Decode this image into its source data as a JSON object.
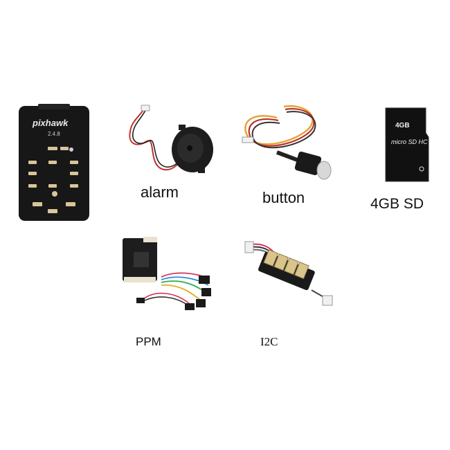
{
  "products": {
    "pixhawk": {
      "logo_text": "pixhawk",
      "version": "2.4.8",
      "icon": "flight-controller-board"
    },
    "alarm": {
      "label": "alarm",
      "icon": "buzzer"
    },
    "button": {
      "label": "button",
      "icon": "safety-switch"
    },
    "sd": {
      "label": "4GB SD",
      "card_text": "4GB",
      "card_brand": "micro SD HC",
      "icon": "microsd-card"
    },
    "ppm": {
      "label": "PPM",
      "icon": "ppm-encoder-board"
    },
    "i2c": {
      "label": "I2C",
      "icon": "i2c-splitter"
    }
  }
}
